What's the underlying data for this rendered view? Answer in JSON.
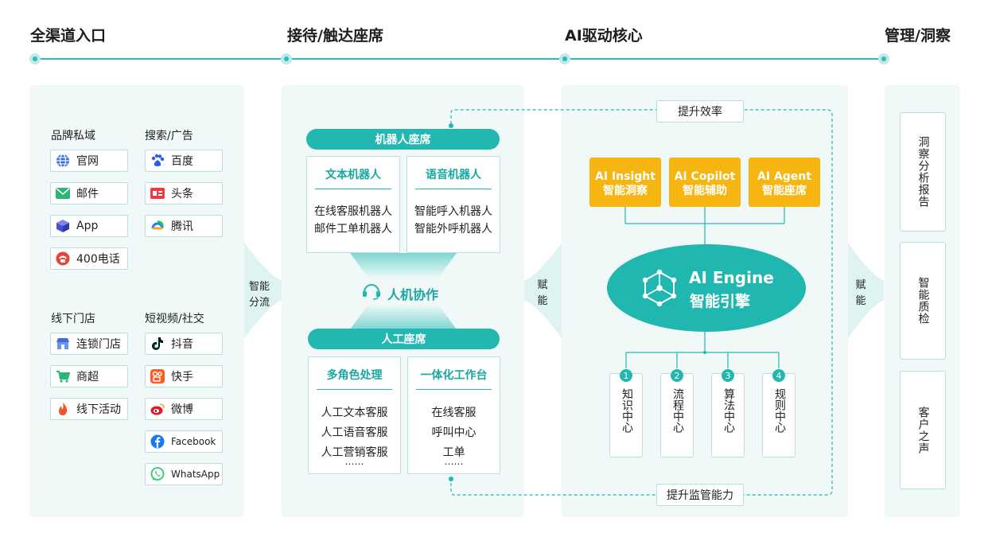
{
  "phases": [
    "全渠道入口",
    "接待/触达座席",
    "AI驱动核心",
    "管理/洞察"
  ],
  "channels": {
    "brand": {
      "title": "品牌私域",
      "items": [
        {
          "label": "官网",
          "icon": "globe-icon"
        },
        {
          "label": "邮件",
          "icon": "mail-icon"
        },
        {
          "label": "App",
          "icon": "app-cube-icon"
        },
        {
          "label": "400电话",
          "icon": "phone-icon"
        }
      ]
    },
    "search": {
      "title": "搜索/广告",
      "items": [
        {
          "label": "百度",
          "icon": "baidu-icon"
        },
        {
          "label": "头条",
          "icon": "toutiao-icon"
        },
        {
          "label": "腾讯",
          "icon": "tencent-icon"
        }
      ]
    },
    "offline": {
      "title": "线下门店",
      "items": [
        {
          "label": "连锁门店",
          "icon": "store-icon"
        },
        {
          "label": "商超",
          "icon": "cart-icon"
        },
        {
          "label": "线下活动",
          "icon": "flame-icon"
        }
      ]
    },
    "social": {
      "title": "短视频/社交",
      "items": [
        {
          "label": "抖音",
          "icon": "douyin-icon"
        },
        {
          "label": "快手",
          "icon": "kuaishou-icon"
        },
        {
          "label": "微博",
          "icon": "weibo-icon"
        },
        {
          "label": "Facebook",
          "icon": "facebook-icon"
        },
        {
          "label": "WhatsApp",
          "icon": "whatsapp-icon"
        }
      ]
    }
  },
  "connectors": {
    "routing": [
      "智能",
      "分流"
    ],
    "empower_left": [
      "赋",
      "能"
    ],
    "empower_right": [
      "赋",
      "能"
    ]
  },
  "reception": {
    "robot_title": "机器人座席",
    "text_bot": {
      "title": "文本机器人",
      "lines": [
        "在线客服机器人",
        "邮件工单机器人"
      ]
    },
    "voice_bot": {
      "title": "语音机器人",
      "lines": [
        "智能呼入机器人",
        "智能外呼机器人"
      ]
    },
    "collab": "人机协作",
    "human_title": "人工座席",
    "multi_role": {
      "title": "多角色处理",
      "lines": [
        "人工文本客服",
        "人工语音客服",
        "人工营销客服",
        "……"
      ]
    },
    "workbench": {
      "title": "一体化工作台",
      "lines": [
        "在线客服",
        "呼叫中心",
        "工单",
        "……"
      ]
    }
  },
  "loop": {
    "top": "提升效率",
    "bottom": "提升监管能力"
  },
  "ai_core": {
    "cards": [
      {
        "en": "AI Insight",
        "cn": "智能洞察"
      },
      {
        "en": "AI Copilot",
        "cn": "智能辅助"
      },
      {
        "en": "AI Agent",
        "cn": "智能座席"
      }
    ],
    "engine_en": "AI Engine",
    "engine_cn": "智能引擎",
    "centers": [
      {
        "num": "1",
        "label": "知识中心"
      },
      {
        "num": "2",
        "label": "流程中心"
      },
      {
        "num": "3",
        "label": "算法中心"
      },
      {
        "num": "4",
        "label": "规则中心"
      }
    ]
  },
  "management": [
    "洞察分析报告",
    "智能质检",
    "客户之声"
  ],
  "colors": {
    "teal": "#22b8b1",
    "light_panel": "#f0f9f8",
    "amber": "#f7b512",
    "engine": "#1fb7af"
  }
}
